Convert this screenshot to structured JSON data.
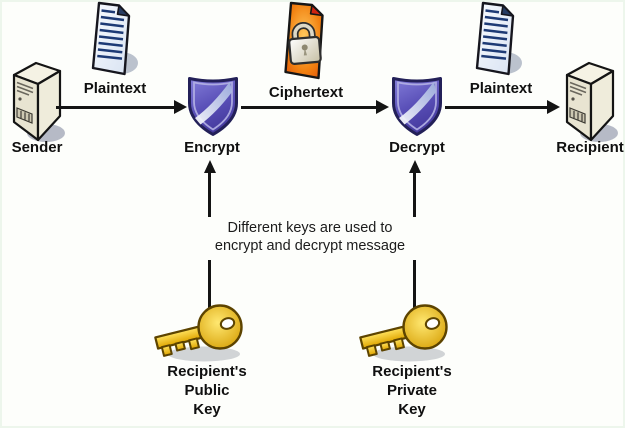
{
  "diagram": {
    "flow_labels": {
      "sender": "Sender",
      "plaintext_in": "Plaintext",
      "encrypt": "Encrypt",
      "ciphertext": "Ciphertext",
      "decrypt": "Decrypt",
      "plaintext_out": "Plaintext",
      "recipient": "Recipient"
    },
    "annotation": {
      "line1": "Different keys are used to",
      "line2": "encrypt and decrypt message"
    },
    "keys": {
      "public": {
        "line1": "Recipient's",
        "line2": "Public",
        "line3": "Key"
      },
      "private": {
        "line1": "Recipient's",
        "line2": "Private",
        "line3": "Key"
      }
    },
    "icons": {
      "sender": "computer-tower-icon",
      "recipient": "computer-tower-icon",
      "plaintext": "document-icon",
      "ciphertext": "locked-document-icon",
      "encrypt": "shield-icon",
      "decrypt": "shield-icon",
      "public_key": "key-icon",
      "private_key": "key-icon"
    },
    "colors": {
      "background": "#fdfefb",
      "arrow": "#141414",
      "shield_purple": "#544aad",
      "document_blue": "#e2eaf6",
      "document_lines": "#1d3a75",
      "ciphertext_orange": "#f28211",
      "lock_silver": "#ddd6c0",
      "key_gold": "#f2b900",
      "label_text": "#101010"
    }
  }
}
